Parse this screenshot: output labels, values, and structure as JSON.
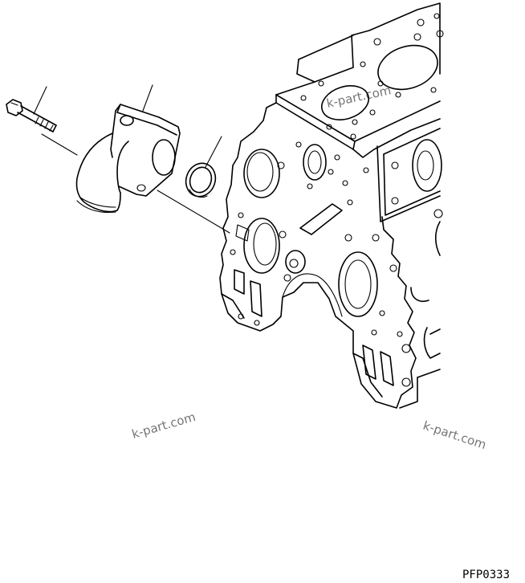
{
  "diagram": {
    "drawing_code": "PFP0333",
    "watermarks": [
      "k-part.com",
      "k-part.com",
      "k-part.com"
    ]
  }
}
